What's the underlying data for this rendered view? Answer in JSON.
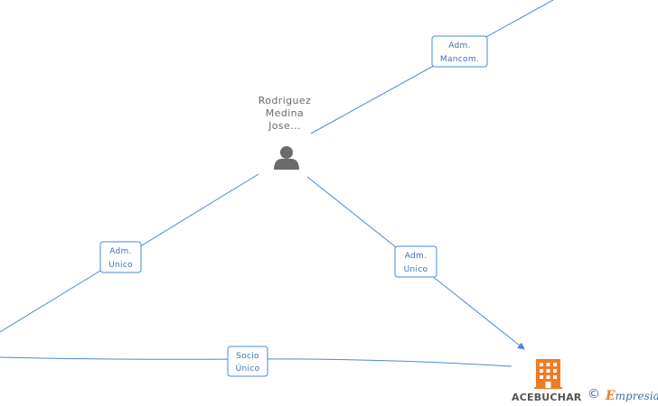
{
  "person": {
    "name_lines": [
      "Rodriguez",
      "Medina",
      "Jose..."
    ],
    "icon": "person-icon"
  },
  "company": {
    "name": "ACEBUCHAR",
    "icon": "building-icon",
    "color": "#f07c22"
  },
  "edges": [
    {
      "id": "top-right",
      "label": [
        "Adm.",
        "Mancom."
      ]
    },
    {
      "id": "left-down",
      "label": [
        "Adm.",
        "Unico"
      ]
    },
    {
      "id": "person-company",
      "label": [
        "Adm.",
        "Unico"
      ]
    },
    {
      "id": "bottom",
      "label": [
        "Socio",
        "Único"
      ]
    }
  ],
  "footer": {
    "copyright_symbol": "©",
    "brand_initial": "E",
    "brand_rest": "mpresia"
  },
  "colors": {
    "edge": "#4a8ad8",
    "label_text": "#3d6fb0",
    "person": "#6b6b6b",
    "building": "#f07c22"
  }
}
